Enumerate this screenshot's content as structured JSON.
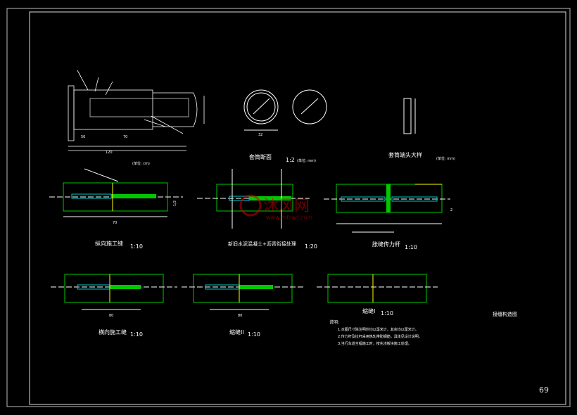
{
  "sheet": {
    "page_number": "69",
    "right_title": "接缝构造图"
  },
  "titles": {
    "dowel_section": "套筒断面",
    "dowel_section_scale": "1:2",
    "dowel_section_unit": "(单位: mm)",
    "sleeve_detail": "套筒端头大样",
    "sleeve_detail_unit": "(单位: mm)",
    "longitudinal_joint": "纵向施工缝",
    "longitudinal_joint_scale": "1:10",
    "concrete_asphalt_joint": "新旧水泥混凝土+沥青衔接处理",
    "concrete_asphalt_joint_scale": "1:20",
    "dowel_bar_joint": "胀缝传力杆",
    "dowel_bar_joint_scale": "1:10",
    "transverse_joint": "横向施工缝",
    "transverse_joint_scale": "1:10",
    "shrink_joint_1": "缩缝I",
    "shrink_joint_1_scale": "1:10",
    "shrink_joint_2": "缩缝II",
    "shrink_joint_2_scale": "1:10",
    "tie_bar_unit": "(单位: cm)"
  },
  "dimensions": {
    "d1": "120",
    "d2": "50",
    "d3": "70",
    "d4": "32",
    "d5": "70",
    "d6": "80",
    "d7": "80",
    "d8": "1/2",
    "d9": "2"
  },
  "notes": {
    "heading": "说明:",
    "items": [
      "1.本图尺寸除注明外均以毫米计，其余均以厘米计。",
      "2.传力杆及拉杆采用热轧带肋钢筋，具体见设计说明。",
      "3.当行车道全幅施工时，按先浇板块施工处理。"
    ]
  },
  "watermark": {
    "brand": "沐风网",
    "url": "www.mfcad.com"
  },
  "colors": {
    "background": "#000000",
    "frame": "#ffffff",
    "line_green": "#00c800",
    "line_cyan": "#00c8c8",
    "line_yellow": "#ffff00",
    "watermark": "#cc0000"
  }
}
